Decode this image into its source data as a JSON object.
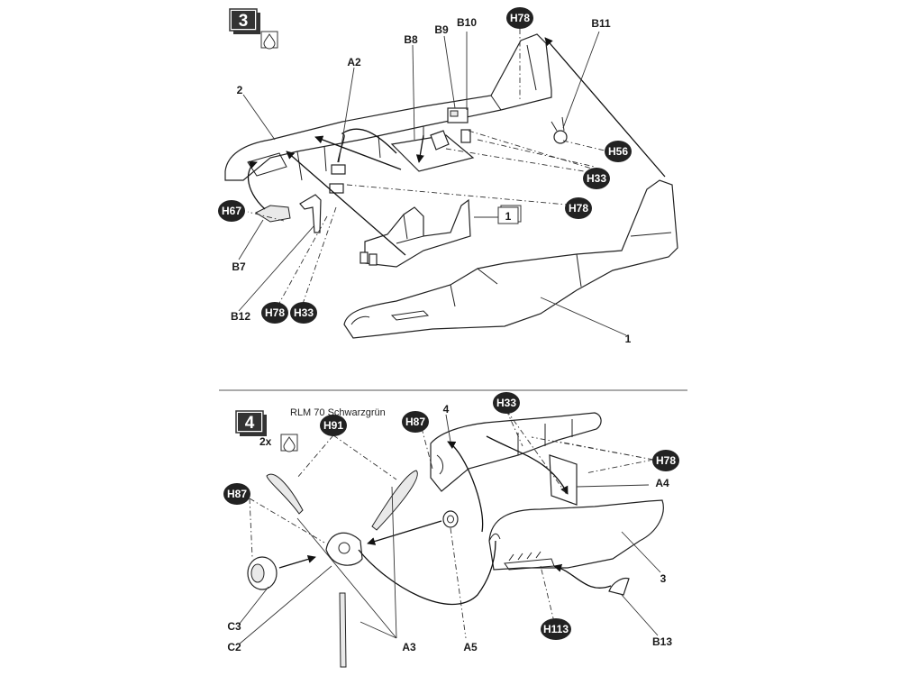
{
  "step3": {
    "number": "3",
    "icon": "glue-drop-icon",
    "part_labels": {
      "p2": "2",
      "a2": "A2",
      "b8": "B8",
      "b9": "B9",
      "b10": "B10",
      "b11": "B11",
      "b7": "B7",
      "b12": "B12",
      "p1": "1"
    },
    "callouts": {
      "h78_top": "H78",
      "h56": "H56",
      "h33_right": "H33",
      "h78_right": "H78",
      "h67": "H67",
      "h78_bottom": "H78",
      "h33_bottom": "H33"
    },
    "ref_box": "1"
  },
  "step4": {
    "number": "4",
    "multiplier": "2x",
    "icon": "glue-drop-icon",
    "color_note": "RLM 70 Schwarzgrün",
    "part_labels": {
      "p4": "4",
      "a4": "A4",
      "p3": "3",
      "c3": "C3",
      "c2": "C2",
      "a3": "A3",
      "a5": "A5",
      "b13": "B13"
    },
    "callouts": {
      "h91": "H91",
      "h87_left": "H87",
      "h87_top": "H87",
      "h33": "H33",
      "h78": "H78",
      "h113": "H113"
    }
  }
}
